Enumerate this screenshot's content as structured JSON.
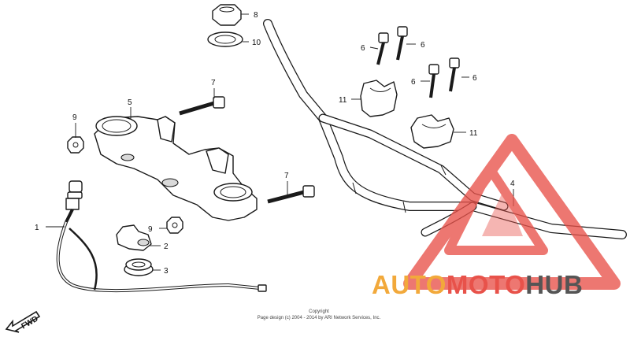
{
  "diagram": {
    "callouts": {
      "p1": "1",
      "p2": "2",
      "p3": "3",
      "p4": "4",
      "p5": "5",
      "p6a": "6",
      "p6b": "6",
      "p6c": "6",
      "p6d": "6",
      "p7a": "7",
      "p7b": "7",
      "p8": "8",
      "p9a": "9",
      "p9b": "9",
      "p10": "10",
      "p11a": "11",
      "p11b": "11"
    },
    "fwd_label": "FWD",
    "copyright_title": "Copyright",
    "copyright_line": "Page design (c) 2004 - 2014 by ARI Network Services, Inc.",
    "colors": {
      "line": "#1a1a1a",
      "watermark_red": "#e8524a",
      "watermark_orange": "#f2a93b",
      "watermark_gray": "#555555"
    }
  },
  "watermark": {
    "part1": "AUTO",
    "part2": "MOTO",
    "part3": "HUB",
    "logo": "triangle-logo"
  }
}
